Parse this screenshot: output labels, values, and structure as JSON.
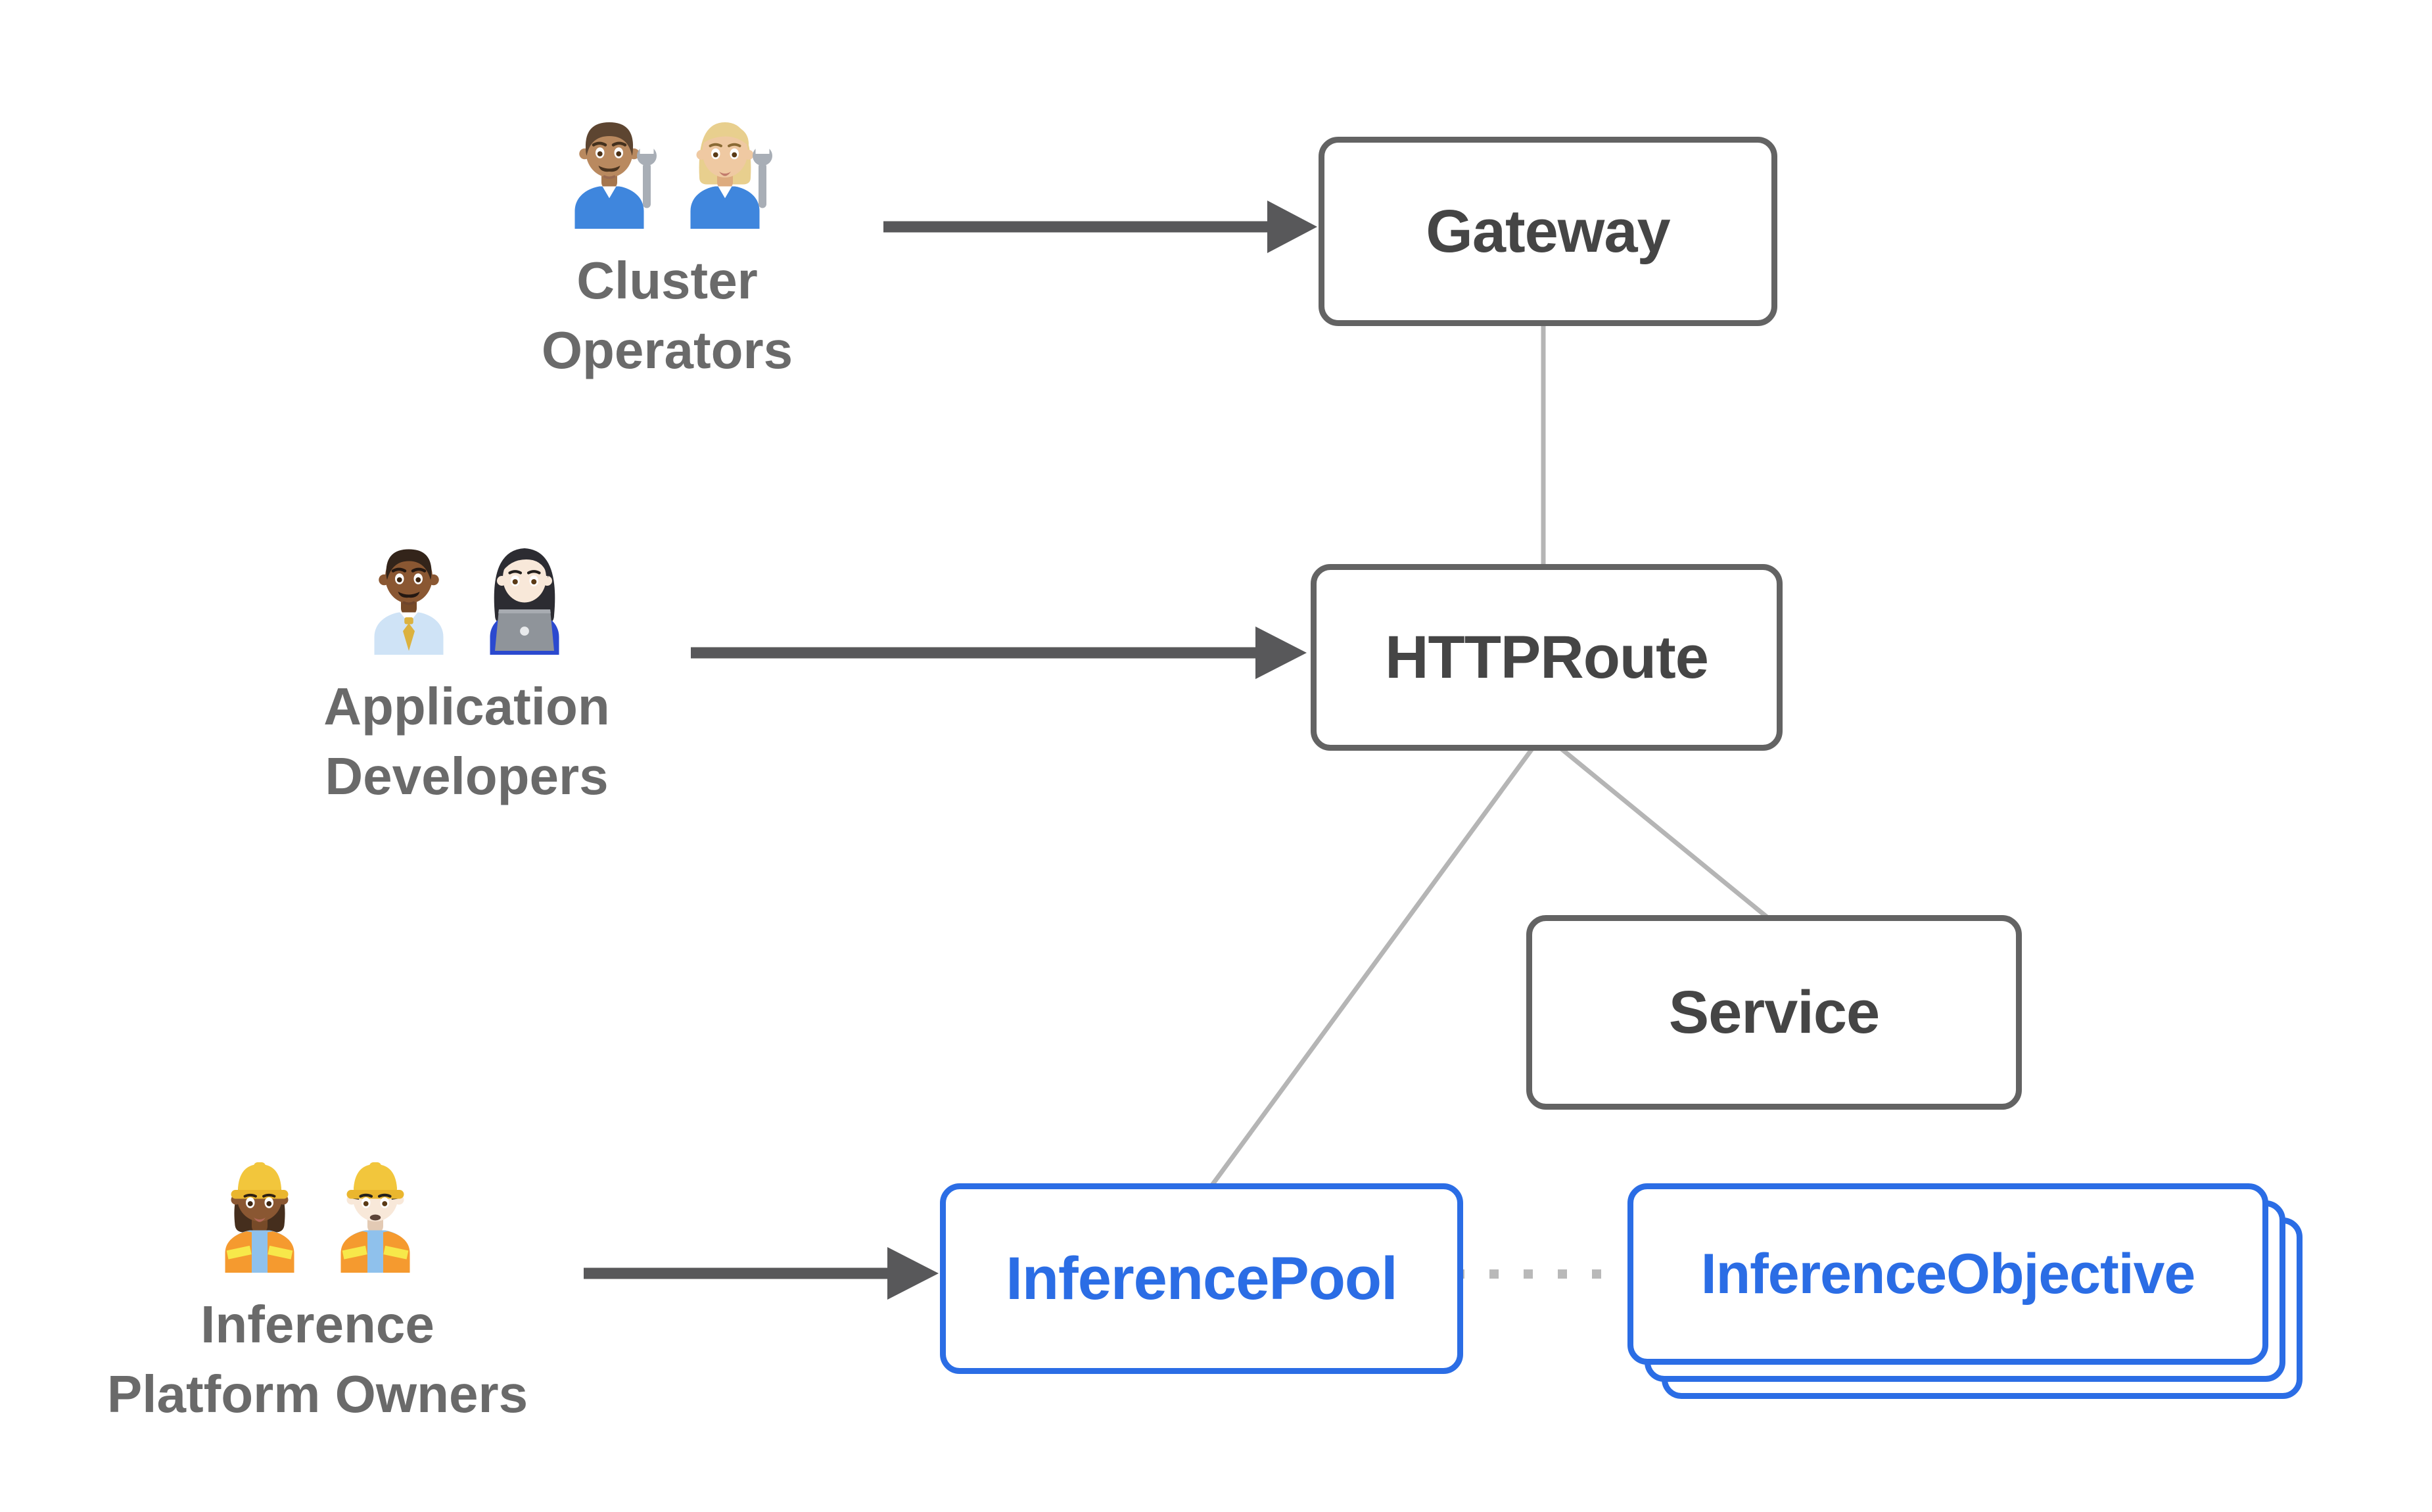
{
  "nodes": {
    "gateway": {
      "label": "Gateway"
    },
    "httproute": {
      "label": "HTTPRoute"
    },
    "service": {
      "label": "Service"
    },
    "inference_pool": {
      "label": "InferencePool"
    },
    "inference_objective": {
      "label": "InferenceObjective"
    }
  },
  "actors": {
    "cluster_operators": {
      "label": "Cluster Operators",
      "icons": [
        "man-mechanic-emoji",
        "woman-mechanic-emoji"
      ]
    },
    "application_developers": {
      "label": "Application Developers",
      "icons": [
        "man-office-worker-emoji",
        "woman-technologist-emoji"
      ]
    },
    "inference_platform_owners": {
      "label": "Inference Platform Owners",
      "icons": [
        "woman-construction-worker-emoji",
        "man-construction-worker-emoji"
      ]
    }
  },
  "edges": [
    {
      "from": "cluster_operators",
      "to": "gateway",
      "style": "dark-arrow"
    },
    {
      "from": "application_developers",
      "to": "httproute",
      "style": "dark-arrow"
    },
    {
      "from": "inference_platform_owners",
      "to": "inference_pool",
      "style": "dark-arrow"
    },
    {
      "from": "gateway",
      "to": "httproute",
      "style": "gray-line"
    },
    {
      "from": "httproute",
      "to": "inference_pool",
      "style": "gray-line"
    },
    {
      "from": "httproute",
      "to": "service",
      "style": "gray-line"
    },
    {
      "from": "inference_pool",
      "to": "inference_objective",
      "style": "gray-dotted-line"
    }
  ],
  "colors": {
    "accent_blue": "#2b6de5",
    "box_border_gray": "#636363",
    "box_text_gray": "#454545",
    "actor_label_gray": "#6a6a6a",
    "dark_arrow": "#58585a",
    "light_connector": "#b5b5b5",
    "dotted_connector": "#b9b9b9",
    "background": "#ffffff"
  }
}
